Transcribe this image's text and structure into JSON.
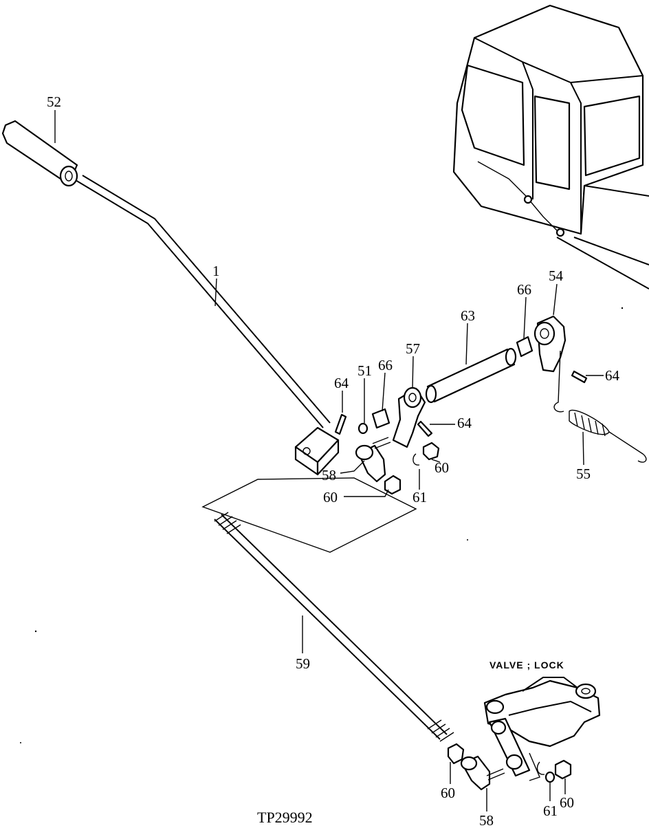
{
  "figure": {
    "code": "TP29992",
    "valve_caption": "VALVE ; LOCK"
  },
  "callouts": [
    {
      "id": "c52",
      "text": "52"
    },
    {
      "id": "c1",
      "text": "1"
    },
    {
      "id": "c64a",
      "text": "64"
    },
    {
      "id": "c51",
      "text": "51"
    },
    {
      "id": "c66a",
      "text": "66"
    },
    {
      "id": "c57",
      "text": "57"
    },
    {
      "id": "c63",
      "text": "63"
    },
    {
      "id": "c66b",
      "text": "66"
    },
    {
      "id": "c54",
      "text": "54"
    },
    {
      "id": "c64b",
      "text": "64"
    },
    {
      "id": "c64c",
      "text": "64"
    },
    {
      "id": "c55",
      "text": "55"
    },
    {
      "id": "c58a",
      "text": "58"
    },
    {
      "id": "c60a",
      "text": "60"
    },
    {
      "id": "c61a",
      "text": "61"
    },
    {
      "id": "c60b",
      "text": "60"
    },
    {
      "id": "c59",
      "text": "59"
    },
    {
      "id": "c60c",
      "text": "60"
    },
    {
      "id": "c58b",
      "text": "58"
    },
    {
      "id": "c61b",
      "text": "61"
    },
    {
      "id": "c60d",
      "text": "60"
    }
  ]
}
